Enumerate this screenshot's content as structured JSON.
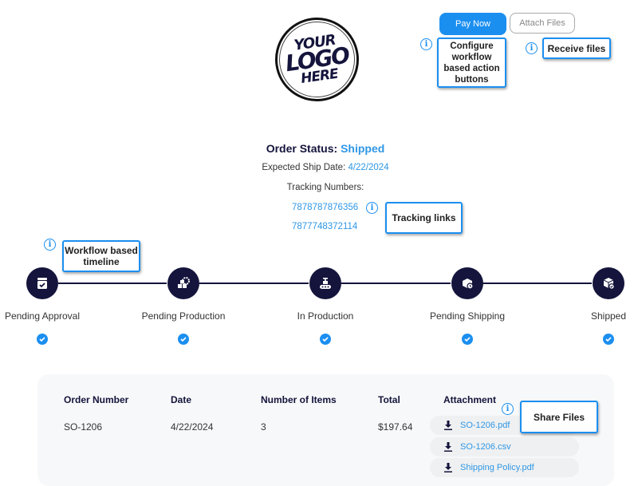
{
  "actions": {
    "pay_now": "Pay Now",
    "attach_files": "Attach Files"
  },
  "logo": {
    "line1": "YOUR",
    "line2": "LOGO",
    "line3": "HERE"
  },
  "callouts": {
    "action_buttons": "Configure workflow based action buttons",
    "receive_files": "Receive files",
    "tracking_links": "Tracking links",
    "timeline": "Workflow based timeline",
    "share_files": "Share Files"
  },
  "order_status": {
    "label": "Order Status:",
    "value": "Shipped",
    "ship_date_label": "Expected Ship Date:",
    "ship_date": "4/22/2024",
    "tracking_label": "Tracking Numbers:",
    "tracking_numbers": [
      "7878787876356",
      "7877748372114"
    ]
  },
  "timeline": {
    "stages": [
      {
        "label": "Pending Approval",
        "icon": "box-check-icon",
        "done": true
      },
      {
        "label": "Pending Production",
        "icon": "boxes-gear-icon",
        "done": true
      },
      {
        "label": "In Production",
        "icon": "conveyor-belt-icon",
        "done": true
      },
      {
        "label": "Pending Shipping",
        "icon": "box-clock-icon",
        "done": true
      },
      {
        "label": "Shipped",
        "icon": "box-shipped-icon",
        "done": true
      }
    ]
  },
  "order_table": {
    "headers": [
      "Order Number",
      "Date",
      "Number of Items",
      "Total",
      "Attachment"
    ],
    "row": {
      "order_number": "SO-1206",
      "date": "4/22/2024",
      "items": "3",
      "total": "$197.64"
    },
    "attachments": [
      "SO-1206.pdf",
      "SO-1206.csv",
      "Shipping Policy.pdf"
    ]
  },
  "colors": {
    "accent": "#1b8ff0",
    "link": "#2f97e6",
    "navy": "#14143c",
    "panel": "#f7f8f9"
  }
}
